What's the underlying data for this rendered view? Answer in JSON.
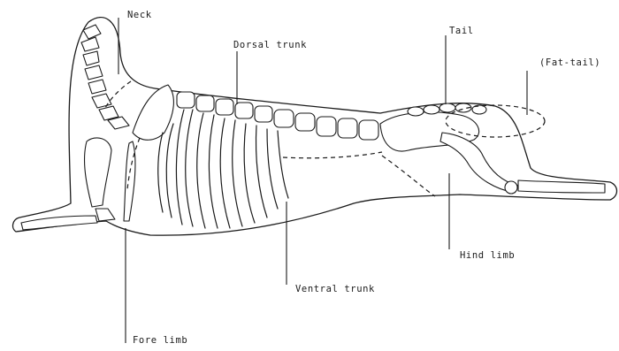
{
  "labels": {
    "neck": "Neck",
    "dorsal_trunk": "Dorsal trunk",
    "tail": "Tail",
    "fat_tail": "(Fat-tail)",
    "hind_limb": "Hind limb",
    "ventral_trunk": "Ventral trunk",
    "fore_limb": "Fore limb"
  },
  "colors": {
    "ink": "#1a1a1a",
    "background": "#ffffff"
  }
}
